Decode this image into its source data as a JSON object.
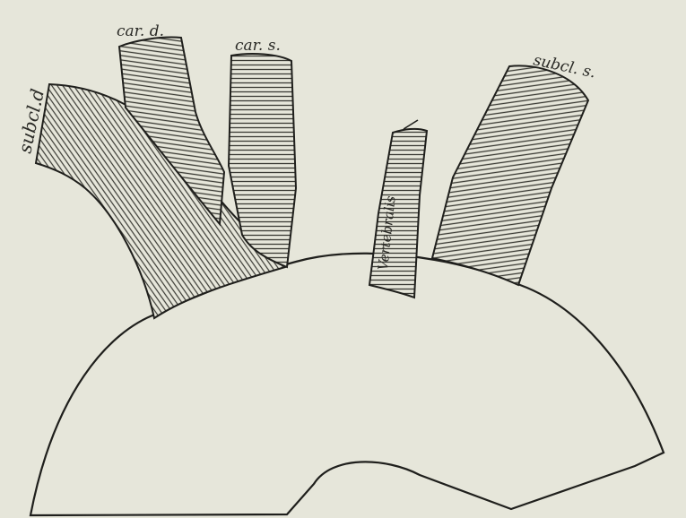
{
  "figure": {
    "labels": {
      "subcl_d": "subcl.d",
      "car_d": "car. d.",
      "car_s": "car. s.",
      "vertebralis": "Vertebralis",
      "subcl_s": "subcl. s."
    },
    "colors": {
      "paper": "#e6e6da",
      "ink": "#1f1f1c",
      "hatch": "#3a3a34"
    }
  }
}
